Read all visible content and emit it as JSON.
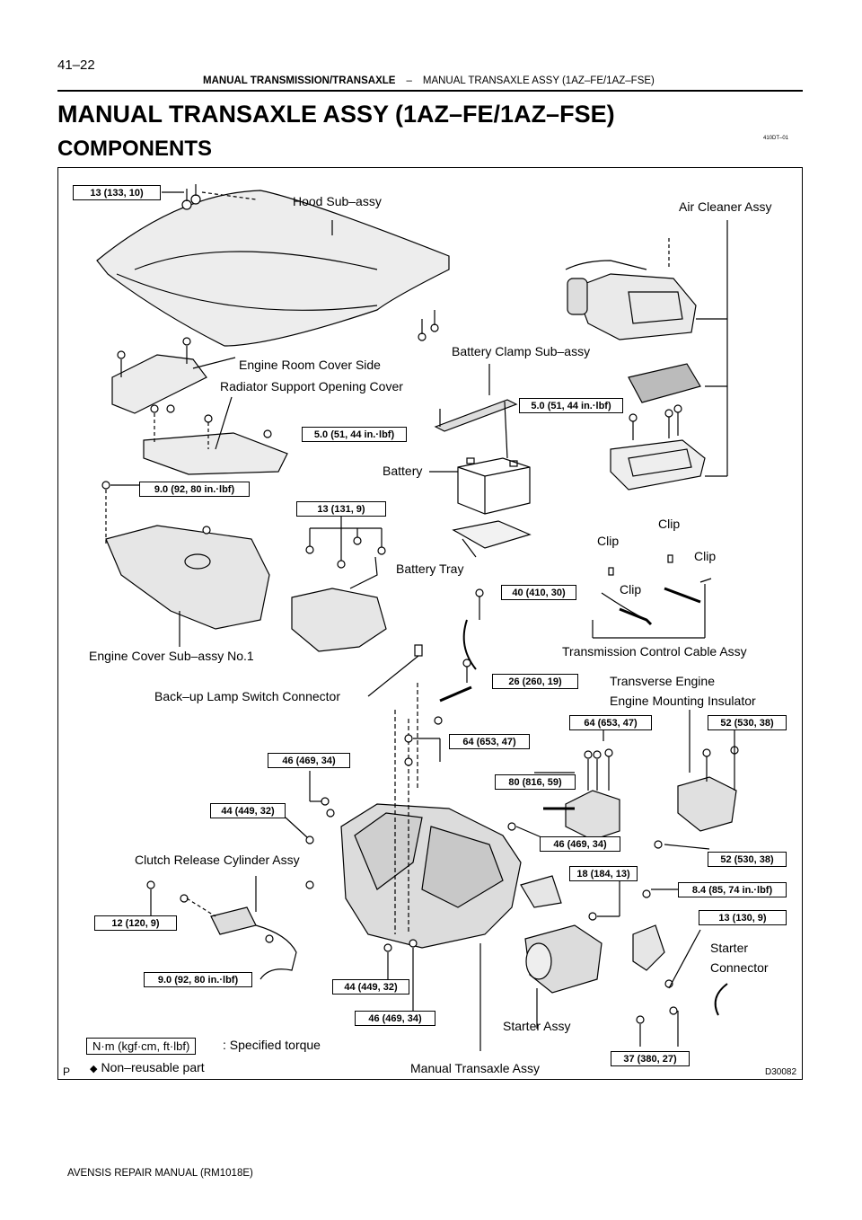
{
  "header": {
    "page_number": "41–22",
    "section": "MANUAL TRANSMISSION/TRANSAXLE",
    "separator": "–",
    "subsection": "MANUAL TRANSAXLE ASSY (1AZ–FE/1AZ–FSE)"
  },
  "title": "MANUAL TRANSAXLE ASSY (1AZ–FE/1AZ–FSE)",
  "subtitle": "COMPONENTS",
  "doc_code": "410DT–01",
  "labels": {
    "hood": "Hood Sub–assy",
    "air_cleaner": "Air Cleaner Assy",
    "battery_clamp": "Battery Clamp Sub–assy",
    "engine_room_cover": "Engine Room Cover Side",
    "radiator_support": "Radiator Support Opening Cover",
    "battery": "Battery",
    "battery_tray": "Battery Tray",
    "clip1": "Clip",
    "clip2": "Clip",
    "clip3": "Clip",
    "clip4": "Clip",
    "engine_cover": "Engine Cover Sub–assy No.1",
    "trans_control_cable": "Transmission Control Cable Assy",
    "backup_lamp": "Back–up Lamp Switch Connector",
    "transverse_engine": "Transverse Engine",
    "engine_mount": "Engine Mounting Insulator",
    "clutch_release": "Clutch Release Cylinder Assy",
    "starter": "Starter",
    "connector": "Connector",
    "starter_assy": "Starter Assy",
    "manual_transaxle": "Manual Transaxle Assy"
  },
  "torques": {
    "t_hood": "13 (133, 10)",
    "t_bcs_right": "5.0 (51, 44 in.·lbf)",
    "t_bcs_left": "5.0 (51, 44 in.·lbf)",
    "t_cover": "9.0 (92, 80 in.·lbf)",
    "t_131": "13 (131, 9)",
    "t_410": "40 (410, 30)",
    "t_260": "26 (260, 19)",
    "t_653_mid": "64 (653, 47)",
    "t_653_right": "64 (653, 47)",
    "t_530_top": "52 (530, 38)",
    "t_469_top": "46 (469, 34)",
    "t_816": "80 (816, 59)",
    "t_449_top": "44 (449, 32)",
    "t_469_mid": "46 (469, 34)",
    "t_530_bot": "52 (530, 38)",
    "t_184": "18 (184, 13)",
    "t_85": "8.4 (85, 74 in.·lbf)",
    "t_120": "12 (120, 9)",
    "t_130": "13 (130, 9)",
    "t_92_bot": "9.0 (92, 80 in.·lbf)",
    "t_449_bot": "44 (449, 32)",
    "t_469_bot": "46 (469, 34)",
    "t_380": "37 (380, 27)"
  },
  "legend": {
    "torque_units": "N·m (kgf·cm, ft·lbf)",
    "torque_desc": ": Specified torque",
    "non_reusable_symbol": "◆",
    "non_reusable_desc": "Non–reusable part"
  },
  "p_mark": "P",
  "figure_id": "D30082",
  "footer": "AVENSIS REPAIR MANUAL   (RM1018E)"
}
